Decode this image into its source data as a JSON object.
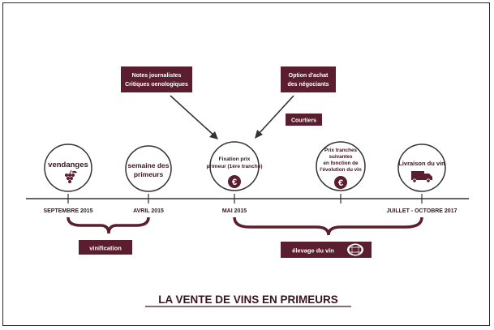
{
  "title": "LA VENTE DE VINS EN PRIMEURS",
  "colors": {
    "accent": "#5a1e2e",
    "text": "#3a1420",
    "line": "#333333"
  },
  "milestones": [
    {
      "label_lines": [
        "vendanges"
      ],
      "date": "SEPTEMBRE 2015",
      "icon": "grape-icon"
    },
    {
      "label_lines": [
        "semaine des",
        "primeurs"
      ],
      "date": "AVRIL 2015",
      "icon": ""
    },
    {
      "label_lines": [
        "Fixation prix",
        "primeur (1ère tranche)"
      ],
      "date": "MAI 2015",
      "icon": "euro-icon"
    },
    {
      "label_lines": [
        "Prix  tranches",
        "suivantes",
        "en fonction de",
        "l'évolution du vin"
      ],
      "date": "",
      "icon": "euro-icon"
    },
    {
      "label_lines": [
        "Livraison du vin"
      ],
      "date": "JUILLET - OCTOBRE 2017",
      "icon": "truck-icon"
    }
  ],
  "influence_boxes": {
    "notes": [
      "Notes journalistes",
      "Critiques oenologiques"
    ],
    "option": [
      "Option d'achat",
      "des négociants"
    ],
    "courtiers": "Courtiers"
  },
  "phases": {
    "vinification": "vinification",
    "elevage": "élevage du vin",
    "elevage_icon": "barrel-icon"
  }
}
